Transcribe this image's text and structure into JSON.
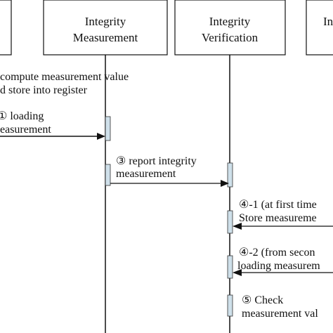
{
  "participants": [
    {
      "id": "p0",
      "lines": [
        "",
        ""
      ]
    },
    {
      "id": "p1",
      "lines": [
        "Integrity",
        "Measurement"
      ]
    },
    {
      "id": "p2",
      "lines": [
        "Integrity",
        "Verification"
      ]
    },
    {
      "id": "p3",
      "lines": [
        "In",
        ""
      ]
    }
  ],
  "messages": [
    {
      "id": "m1",
      "lines": [
        "compute measurement  value",
        "d store into register"
      ]
    },
    {
      "id": "m2",
      "lines": [
        "① loading",
        "easurement"
      ]
    },
    {
      "id": "m3",
      "lines": [
        "③ report integrity",
        "measurement"
      ]
    },
    {
      "id": "m4",
      "lines": [
        "④-1 (at first time",
        "Store  measureme"
      ]
    },
    {
      "id": "m5",
      "lines": [
        "④-2 (from secon",
        "loading measurem"
      ]
    },
    {
      "id": "m6",
      "lines": [
        "⑤ Check",
        "measurement val"
      ]
    }
  ],
  "colors": {
    "line": "#111111",
    "activation_fill": "#cfe0ea",
    "box_fill": "#ffffff"
  }
}
